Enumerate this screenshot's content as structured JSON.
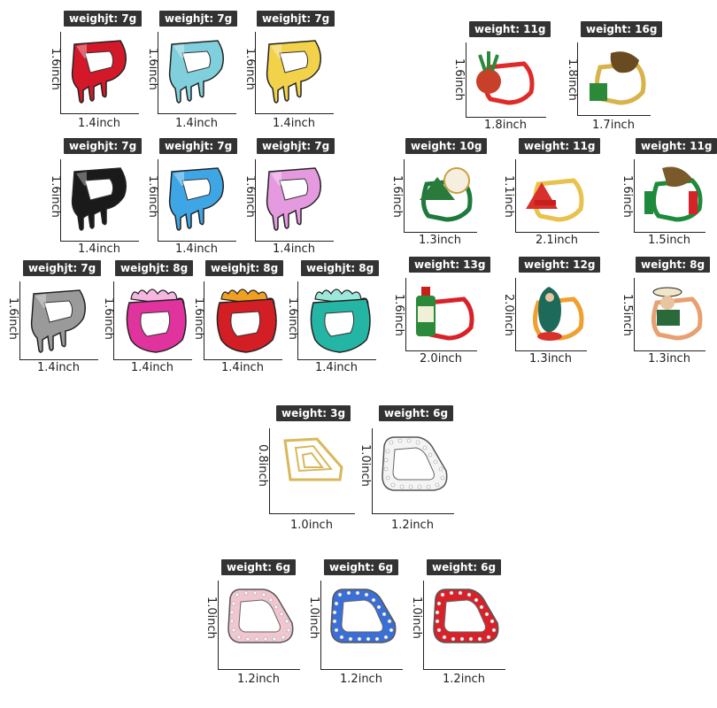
{
  "items": [
    {
      "weight": "weighjt: 7g",
      "width": "1.4inch",
      "height": "1.6inch",
      "color": "#d3182a",
      "style": "drip"
    },
    {
      "weight": "weighjt: 7g",
      "width": "1.4inch",
      "height": "1.6inch",
      "color": "#7fd0dc",
      "style": "drip"
    },
    {
      "weight": "weighjt: 7g",
      "width": "1.4inch",
      "height": "1.6inch",
      "color": "#f2d24a",
      "style": "drip"
    },
    {
      "weight": "weighjt: 7g",
      "width": "1.4inch",
      "height": "1.6inch",
      "color": "#1a1a1a",
      "style": "drip"
    },
    {
      "weight": "weighjt: 7g",
      "width": "1.4inch",
      "height": "1.6inch",
      "color": "#3fa6e6",
      "style": "drip"
    },
    {
      "weight": "weighjt: 7g",
      "width": "1.4inch",
      "height": "1.6inch",
      "color": "#e59ae0",
      "style": "drip"
    },
    {
      "weight": "weighjt: 7g",
      "width": "1.4inch",
      "height": "1.6inch",
      "color": "#9a9a9a",
      "style": "drip"
    },
    {
      "weight": "weighjt: 8g",
      "width": "1.4inch",
      "height": "1.6inch",
      "color": "#e0339d",
      "style": "flame"
    },
    {
      "weight": "weighjt: 8g",
      "width": "1.4inch",
      "height": "1.6inch",
      "color": "#d21e24",
      "style": "flame"
    },
    {
      "weight": "weighjt: 8g",
      "width": "1.4inch",
      "height": "1.6inch",
      "color": "#25b5a4",
      "style": "flame"
    },
    {
      "weight": "weight: 11g",
      "width": "1.8inch",
      "height": "1.6inch",
      "color": "#e02a2a",
      "style": "rooster"
    },
    {
      "weight": "weight: 16g",
      "width": "1.7inch",
      "height": "1.8inch",
      "color": "#d8b24a",
      "style": "eagle"
    },
    {
      "weight": "weight: 10g",
      "width": "1.3inch",
      "height": "1.6inch",
      "color": "#1e7a3c",
      "style": "saint"
    },
    {
      "weight": "weight: 11g",
      "width": "2.1inch",
      "height": "1.1inch",
      "color": "#e8c24a",
      "style": "pyramid"
    },
    {
      "weight": "weight: 11g",
      "width": "1.5inch",
      "height": "1.6inch",
      "color": "#1e8a3c",
      "style": "flag"
    },
    {
      "weight": "weight: 13g",
      "width": "2.0inch",
      "height": "1.6inch",
      "color": "#d8222a",
      "style": "bottle"
    },
    {
      "weight": "weight: 12g",
      "width": "1.3inch",
      "height": "2.0inch",
      "color": "#f0a030",
      "style": "virgin"
    },
    {
      "weight": "weight: 8g",
      "width": "1.3inch",
      "height": "1.5inch",
      "color": "#e8a070",
      "style": "cowboy"
    },
    {
      "weight": "weight: 3g",
      "width": "1.0inch",
      "height": "0.8inch",
      "color": "#d8b85a",
      "style": "cap"
    },
    {
      "weight": "weight: 6g",
      "width": "1.2inch",
      "height": "1.0inch",
      "color": "#f4f4f4",
      "style": "gem"
    },
    {
      "weight": "weight: 6g",
      "width": "1.2inch",
      "height": "1.0inch",
      "color": "#f2c6d0",
      "style": "gem"
    },
    {
      "weight": "weight: 6g",
      "width": "1.2inch",
      "height": "1.0inch",
      "color": "#3a6fd8",
      "style": "gem"
    },
    {
      "weight": "weight: 6g",
      "width": "1.2inch",
      "height": "1.0inch",
      "color": "#d8222a",
      "style": "gem"
    }
  ]
}
